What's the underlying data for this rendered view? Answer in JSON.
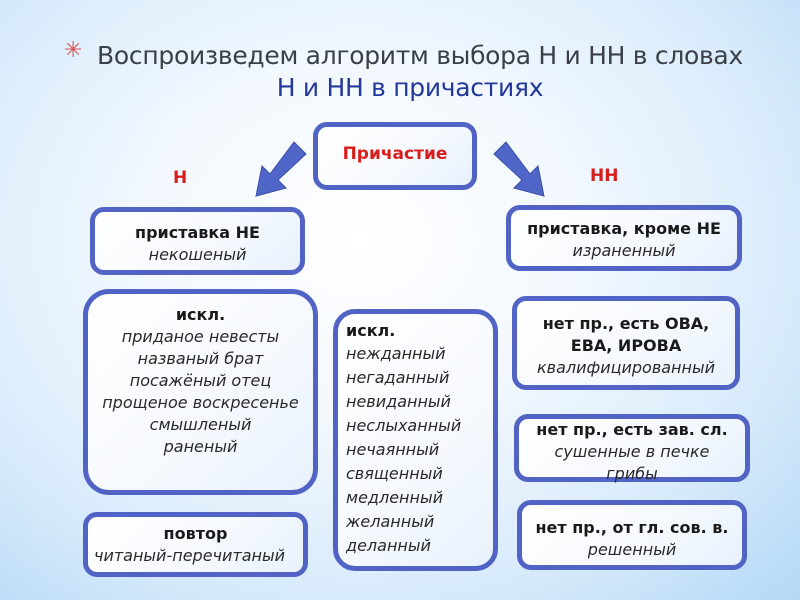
{
  "slide": {
    "bullet_icon": "asterisk-bullet-icon",
    "title_line1": "Воспроизведем алгоритм выбора Н и НН в словах",
    "title_line2": "Н и НН в причастиях"
  },
  "diagram": {
    "root": "Причастие",
    "left_branch_label": "Н",
    "right_branch_label": "НН",
    "colors": {
      "border": "#5163c5",
      "arrow": "#4f66c8",
      "accent_red": "#d81d1d"
    },
    "left": [
      {
        "head": "приставка НЕ",
        "examples": [
          "некошеный"
        ]
      },
      {
        "head": "искл.",
        "examples": [
          "приданое невесты",
          "названый брат",
          "посажёный отец",
          "прощеное воскресенье",
          "смышленый",
          "раненый"
        ]
      },
      {
        "head": "повтор",
        "examples": [
          "читаный-перечитаный"
        ]
      }
    ],
    "center": {
      "head": "искл.",
      "examples": [
        "нежданный",
        "негаданный",
        "невиданный",
        "неслыханный",
        "нечаянный",
        "священный",
        "медленный",
        "желанный",
        "деланный"
      ]
    },
    "right": [
      {
        "head": "приставка, кроме НЕ",
        "examples": [
          "израненный"
        ]
      },
      {
        "head_lines": [
          "нет пр., есть ОВА,",
          "ЕВА, ИРОВА"
        ],
        "examples": [
          "квалифицированный"
        ]
      },
      {
        "head": "нет пр., есть зав. сл.",
        "examples": [
          "сушенные в печке",
          "грибы"
        ]
      },
      {
        "head": "нет пр., от гл. сов. в.",
        "examples": [
          "решенный"
        ]
      }
    ]
  }
}
